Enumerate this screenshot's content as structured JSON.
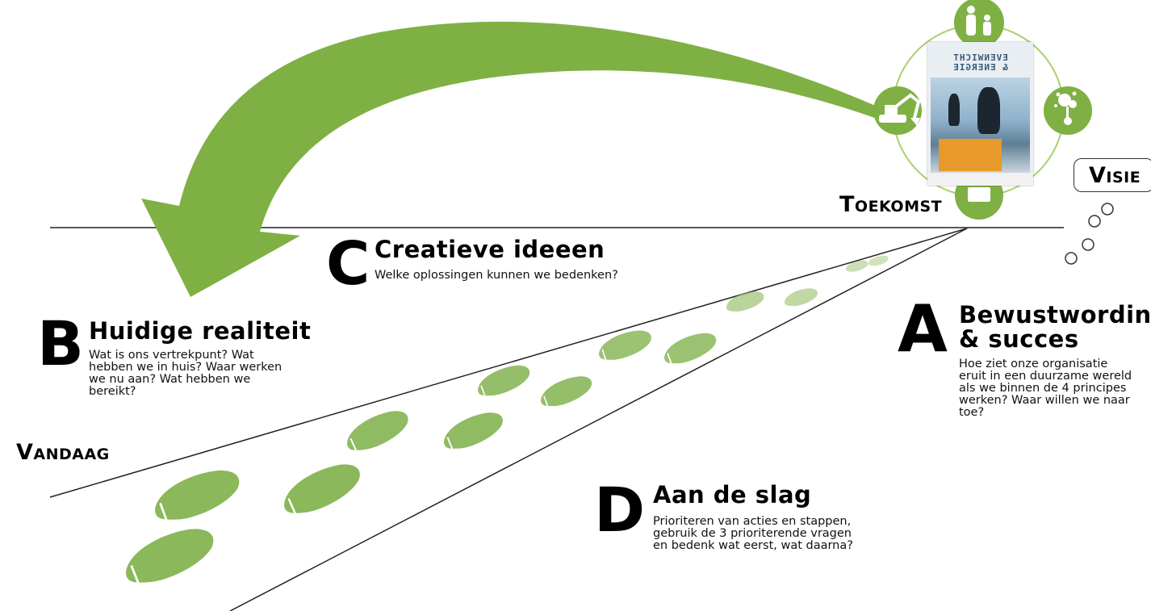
{
  "labels": {
    "vandaag": "Vandaag",
    "toekomst": "Toekomst",
    "visie": "Visie"
  },
  "steps": {
    "a": {
      "letter": "A",
      "title_line1": "Bewustwording",
      "title_line2": "& succes",
      "desc_lines": [
        "Hoe ziet onze organisatie",
        "eruit in een duurzame wereld",
        "als we binnen de 4 principes",
        "werken? Waar willen we naar",
        "toe?"
      ]
    },
    "b": {
      "letter": "B",
      "title": "Huidige realiteit",
      "desc_lines": [
        "Wat is ons vertrekpunt? Wat",
        "hebben we in huis? Waar werken",
        "we nu aan? Wat hebben we",
        "bereikt?"
      ]
    },
    "c": {
      "letter": "C",
      "title": "Creatieve ideeen",
      "desc_lines": [
        "Welke oplossingen kunnen we bedenken?"
      ]
    },
    "d": {
      "letter": "D",
      "title": "Aan de slag",
      "desc_lines": [
        "Prioriteren van acties en stappen,",
        "gebruik de 3 prioriterende vragen",
        "en bedenk wat eerst, wat daarna?"
      ]
    }
  },
  "poster": {
    "title_line1": "EVENWICHT",
    "title_line2": "& ENERGIE"
  },
  "colors": {
    "accent_green": "#7fb044",
    "footprint_green": "#8ab85a",
    "line": "#222222"
  },
  "icons": [
    "people-icon",
    "tree-icon",
    "excavator-icon",
    "box-icon",
    "thought-bubble-icon",
    "footprint-icon"
  ]
}
